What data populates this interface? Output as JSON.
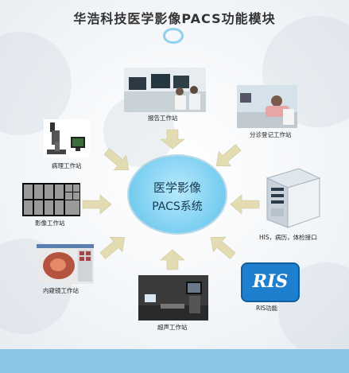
{
  "title": "华浩科技医学影像PACS功能模块",
  "hub": {
    "line1": "医学影像",
    "line2": "PACS系统"
  },
  "stations": {
    "report": "报告工作站",
    "registration": "分诊登记工作站",
    "pathology": "病理工作站",
    "imaging": "影像工作站",
    "his": "HIS，病历，体检接口",
    "endoscopy": "内窥镜工作站",
    "ultrasound": "超声工作站",
    "ris": "RIS功能"
  },
  "ris_logo_text": "RIS",
  "colors": {
    "arrow": "#e3dcb2",
    "hub": "#77cdf0",
    "bar": "#8cc5e3",
    "ris_blue": "#1e7fcf"
  }
}
